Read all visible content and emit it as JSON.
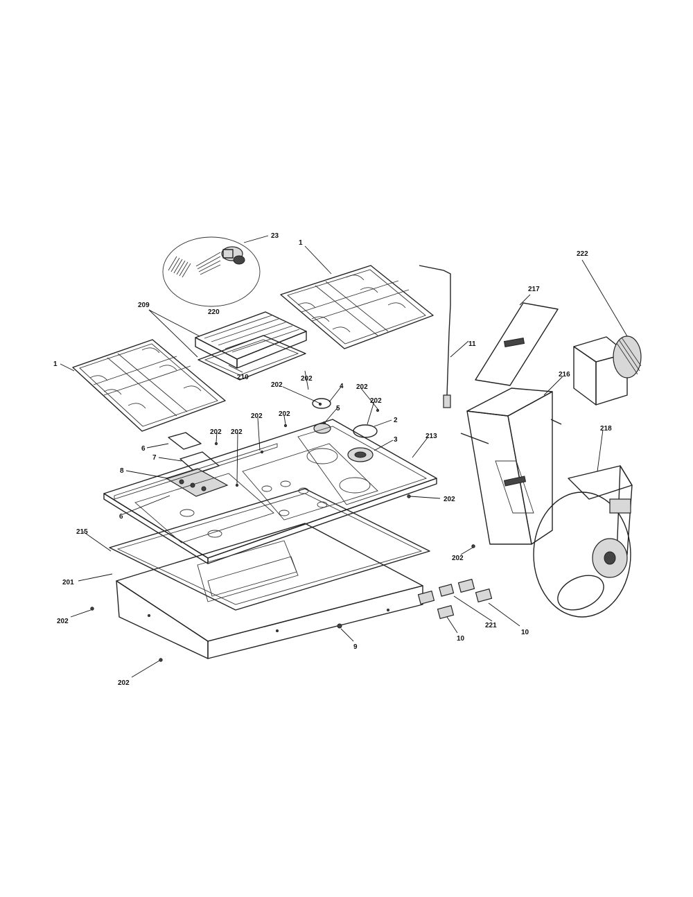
{
  "callouts": [
    {
      "id": "c23",
      "text": "23"
    },
    {
      "id": "c1a",
      "text": "1"
    },
    {
      "id": "c222",
      "text": "222"
    },
    {
      "id": "c220",
      "text": "220"
    },
    {
      "id": "c209",
      "text": "209"
    },
    {
      "id": "c217",
      "text": "217"
    },
    {
      "id": "c1b",
      "text": "1"
    },
    {
      "id": "c11",
      "text": "11"
    },
    {
      "id": "c210",
      "text": "210"
    },
    {
      "id": "c216",
      "text": "216"
    },
    {
      "id": "c202a",
      "text": "202"
    },
    {
      "id": "c4",
      "text": "4"
    },
    {
      "id": "c202b",
      "text": "202"
    },
    {
      "id": "c202c",
      "text": "202"
    },
    {
      "id": "c5",
      "text": "5"
    },
    {
      "id": "c202d",
      "text": "202"
    },
    {
      "id": "c202e",
      "text": "202"
    },
    {
      "id": "c2",
      "text": "2"
    },
    {
      "id": "c202f",
      "text": "202"
    },
    {
      "id": "c218",
      "text": "218"
    },
    {
      "id": "c6a",
      "text": "6"
    },
    {
      "id": "c213",
      "text": "213"
    },
    {
      "id": "c3",
      "text": "3"
    },
    {
      "id": "c7",
      "text": "7"
    },
    {
      "id": "c8",
      "text": "8"
    },
    {
      "id": "c202g",
      "text": "202"
    },
    {
      "id": "c6b",
      "text": "6"
    },
    {
      "id": "c215",
      "text": "215"
    },
    {
      "id": "c202h",
      "text": "202"
    },
    {
      "id": "c201",
      "text": "201"
    },
    {
      "id": "c202i",
      "text": "202"
    },
    {
      "id": "c221",
      "text": "221"
    },
    {
      "id": "c10a",
      "text": "10"
    },
    {
      "id": "c10b",
      "text": "10"
    },
    {
      "id": "c9",
      "text": "9"
    },
    {
      "id": "c202j",
      "text": "202"
    }
  ]
}
